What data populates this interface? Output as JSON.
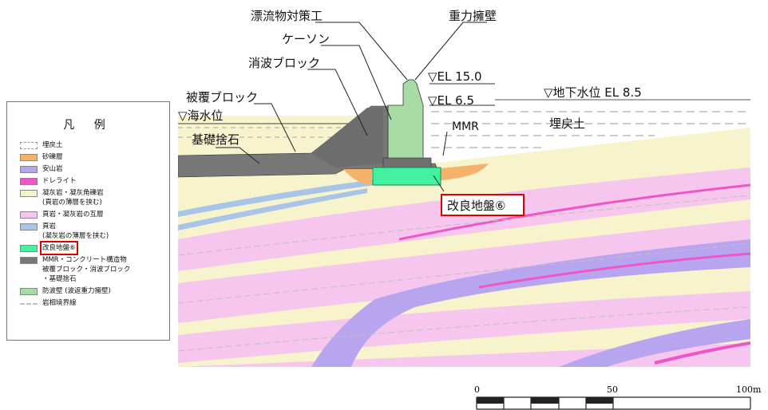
{
  "legend": {
    "title": "凡 例",
    "items": [
      {
        "key": "umemodoshi",
        "lines": [
          "埋戻土"
        ],
        "color": "#ffffff",
        "pattern": "dashed"
      },
      {
        "key": "sareki",
        "lines": [
          "砂礫層"
        ],
        "color": "#f4b26b"
      },
      {
        "key": "anzan",
        "lines": [
          "安山岩"
        ],
        "color": "#b7a6ef"
      },
      {
        "key": "dolerite",
        "lines": [
          "ドレライト"
        ],
        "color": "#ee55c6"
      },
      {
        "key": "gyokaigan",
        "lines": [
          "凝灰岩・凝灰角礫岩",
          "(頁岩の薄層を挟む)"
        ],
        "color": "#f7f3cc"
      },
      {
        "key": "gogan",
        "lines": [
          "頁岩・凝灰岩の互層"
        ],
        "color": "#f6c6ee"
      },
      {
        "key": "kegan",
        "lines": [
          "頁岩",
          "(凝灰岩の薄層を挟む)"
        ],
        "color": "#a8c4e6"
      },
      {
        "key": "kairyo",
        "lines": [
          "改良地盤⑥"
        ],
        "color": "#44f1a1",
        "highlight": true
      },
      {
        "key": "mmr",
        "lines": [
          "MMR・コンクリート構造物",
          "被覆ブロック・消波ブロック",
          "・基礎捨石"
        ],
        "color": "#777777"
      },
      {
        "key": "bohaheki",
        "lines": [
          "防波壁 (波返重力擁壁)"
        ],
        "color": "#a9dba7"
      },
      {
        "key": "kyokai",
        "lines": [
          "岩相境界線"
        ],
        "color": "#bfbfbf",
        "pattern": "line"
      }
    ]
  },
  "section_labels": {
    "hyoryubutsu": "漂流物対策工",
    "juryoku": "重力擁壁",
    "caisson": "ケーソン",
    "shoha": "消波ブロック",
    "hifuku": "被覆ブロック",
    "kaisui": "▽海水位",
    "kiso": "基礎捨石",
    "el15": "▽EL 15.0",
    "el65": "▽EL 6.5",
    "chika": "▽地下水位 EL 8.5",
    "mmr": "MMR",
    "umemodoshi": "埋戻土",
    "kairyo": "改良地盤⑥"
  },
  "colors": {
    "tuff": "#f7f3cc",
    "shale_alt": "#f6c6ee",
    "shale": "#a8c4e6",
    "andesite": "#b7a6ef",
    "dolerite": "#ee55c6",
    "gravel": "#f4b26b",
    "improved": "#44f1a1",
    "structure": "#777777",
    "wall": "#a9dba7",
    "highlight": "#e00000"
  },
  "scale": {
    "ticks": [
      "0",
      "50",
      "100m"
    ]
  }
}
